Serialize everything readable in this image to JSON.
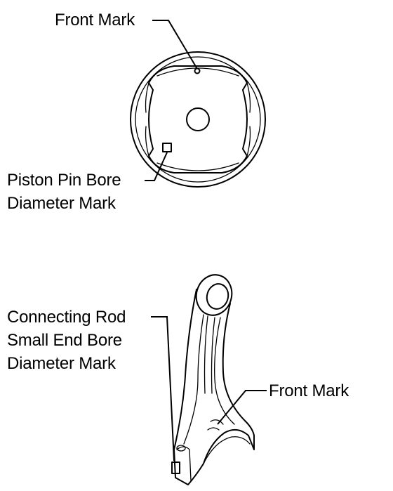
{
  "labels": {
    "piston_front_mark": "Front Mark",
    "piston_pin_bore": [
      "Piston Pin Bore",
      "Diameter Mark"
    ],
    "rod_small_end_bore": [
      "Connecting Rod",
      "Small End Bore",
      "Diameter Mark"
    ],
    "rod_front_mark": "Front Mark"
  },
  "colors": {
    "line": "#000000",
    "background": "#ffffff"
  }
}
